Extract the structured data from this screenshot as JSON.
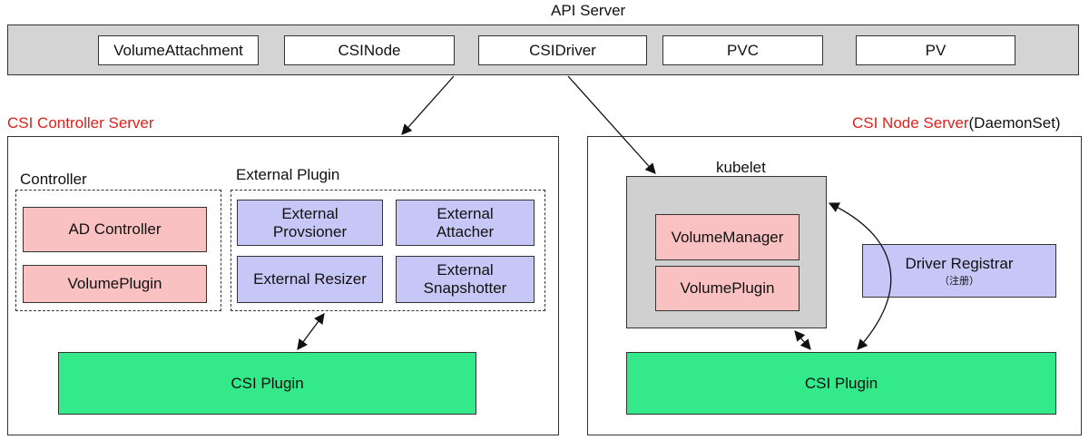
{
  "api_server": {
    "title": "API Server",
    "items": [
      "VolumeAttachment",
      "CSINode",
      "CSIDriver",
      "PVC",
      "PV"
    ]
  },
  "controller_server": {
    "title": "CSI Controller Server",
    "controller_group": {
      "label": "Controller",
      "items": [
        "AD Controller",
        "VolumePlugin"
      ]
    },
    "external_plugin_group": {
      "label": "External Plugin",
      "provisioner": [
        "External",
        "Provsioner"
      ],
      "attacher": [
        "External",
        "Attacher"
      ],
      "resizer": "External Resizer",
      "snapshotter": [
        "External",
        "Snapshotter"
      ]
    },
    "csi_plugin": "CSI Plugin"
  },
  "node_server": {
    "title": "CSI Node Server",
    "title_suffix": "(DaemonSet)",
    "kubelet": {
      "label": "kubelet",
      "items": [
        "VolumeManager",
        "VolumePlugin"
      ]
    },
    "driver_registrar": {
      "label": "Driver Registrar",
      "note": "（注册）"
    },
    "csi_plugin": "CSI Plugin"
  },
  "colors": {
    "api_bar": "#d4d4d4",
    "pink": "#f9c1c1",
    "lavender": "#c7c7f7",
    "green": "#33e98a",
    "kubelet_gray": "#d0d0d0",
    "title_red": "#e0201a"
  }
}
